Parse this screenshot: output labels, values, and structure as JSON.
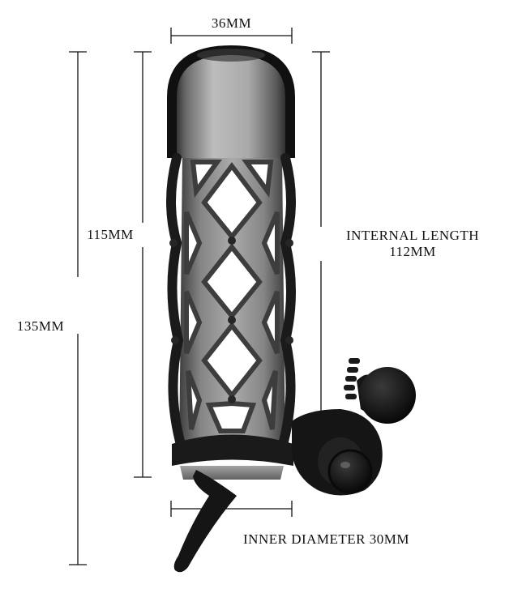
{
  "dimensions": {
    "top_width": "36MM",
    "sleeve_length": "115MM",
    "total_length": "135MM",
    "internal_length_label": "INTERNAL LENGTH",
    "internal_length_value": "112MM",
    "inner_diameter": "INNER DIAMETER 30MM"
  },
  "colors": {
    "line": "#111111",
    "sleeve_light": "#a9a9a9",
    "sleeve_mid": "#6b6b6b",
    "sleeve_dark": "#1a1a1a",
    "rubber": "#151515"
  }
}
